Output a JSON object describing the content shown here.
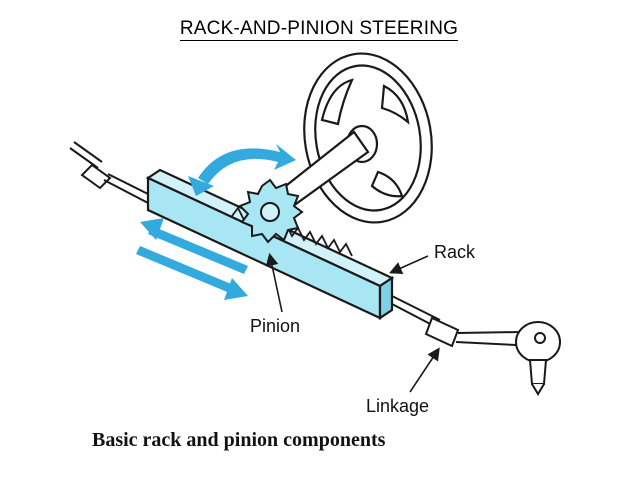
{
  "slide": {
    "title": "RACK-AND-PINION STEERING"
  },
  "figure": {
    "labels": {
      "rack": "Rack",
      "pinion": "Pinion",
      "linkage": "Linkage"
    },
    "caption": "Basic rack and pinion components",
    "colors": {
      "rack_fill": "#a8e6f4",
      "arrow_blue": "#33aadd",
      "line": "#1a1a1a"
    }
  }
}
